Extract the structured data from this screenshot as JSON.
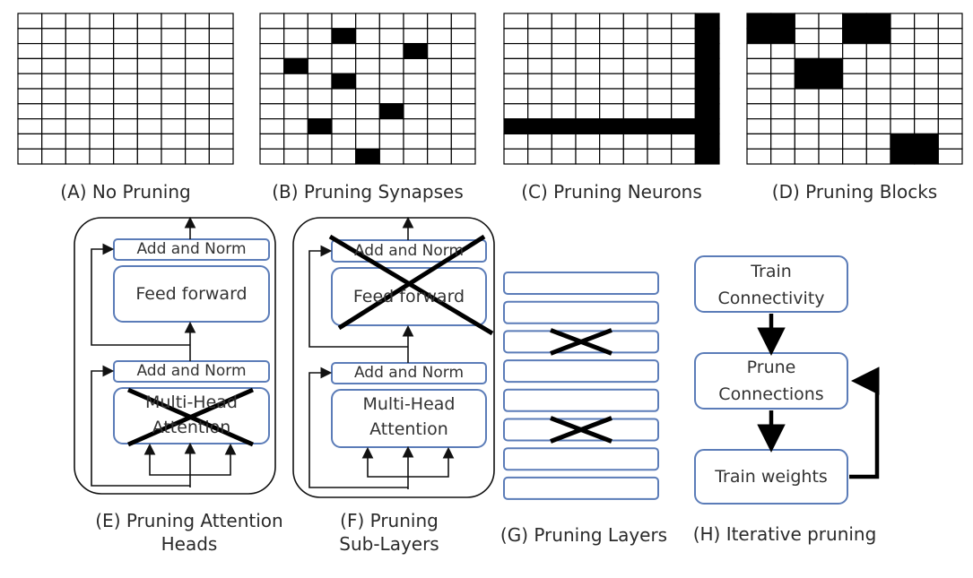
{
  "panels": {
    "a": {
      "caption": "(A) No Pruning"
    },
    "b": {
      "caption": "(B) Pruning Synapses"
    },
    "c": {
      "caption": "(C) Pruning Neurons"
    },
    "d": {
      "caption": "(D) Pruning Blocks"
    },
    "e": {
      "caption_line1": "(E) Pruning Attention",
      "caption_line2": "Heads",
      "add_norm_top": "Add and Norm",
      "feed_forward": "Feed forward",
      "add_norm_bottom": "Add and Norm",
      "mha_line1": "Multi-Head",
      "mha_line2": "Attention"
    },
    "f": {
      "caption_line1": "(F) Pruning",
      "caption_line2": "Sub-Layers",
      "add_norm_top": "Add and Norm",
      "feed_forward": "Feed forward",
      "add_norm_bottom": "Add and Norm",
      "mha_line1": "Multi-Head",
      "mha_line2": "Attention"
    },
    "g": {
      "caption": "(G) Pruning Layers"
    },
    "h": {
      "caption": "(H) Iterative pruning",
      "step1_line1": "Train",
      "step1_line2": "Connectivity",
      "step2_line1": "Prune",
      "step2_line2": "Connections",
      "step3": "Train weights"
    }
  },
  "grid": {
    "rows": 10,
    "cols": 9
  },
  "masks": {
    "b_cells": [
      [
        1,
        3
      ],
      [
        2,
        6
      ],
      [
        3,
        1
      ],
      [
        4,
        3
      ],
      [
        6,
        5
      ],
      [
        7,
        2
      ],
      [
        9,
        4
      ]
    ],
    "c_neuron_row": 7,
    "c_neuron_col": 8,
    "d_blocks": [
      [
        0,
        0,
        2,
        2
      ],
      [
        0,
        4,
        2,
        2
      ],
      [
        3,
        2,
        2,
        2
      ],
      [
        8,
        6,
        2,
        2
      ]
    ]
  },
  "colors": {
    "box_stroke": "#5b7cb8",
    "ink": "#000000",
    "cell": "#ffffff"
  }
}
